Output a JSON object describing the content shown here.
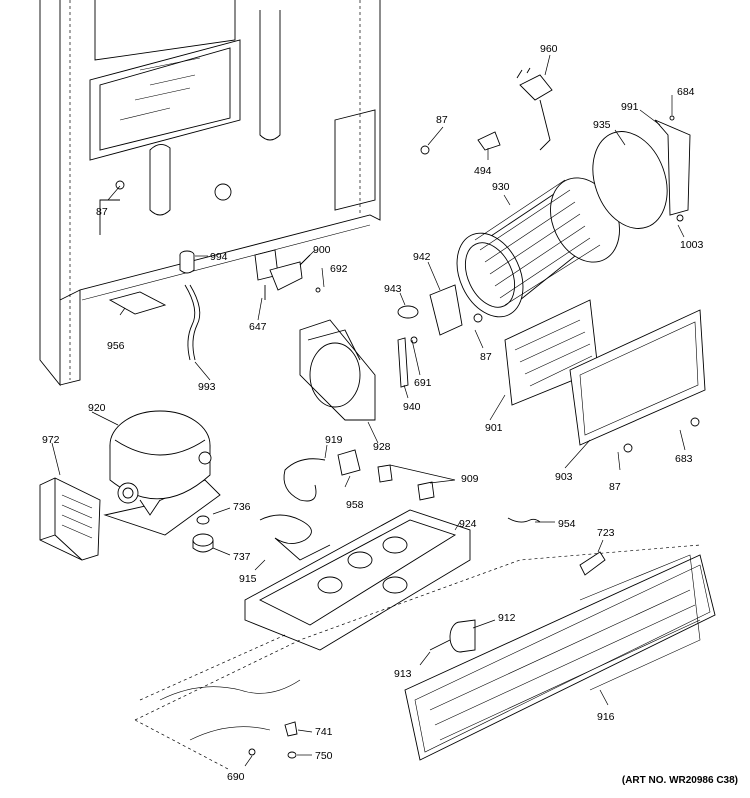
{
  "art_number": "(ART NO. WR20986 C38)",
  "callouts": {
    "c87a": "87",
    "c87b": "87",
    "c87c": "87",
    "c87d": "87",
    "c994": "994",
    "c900": "900",
    "c692": "692",
    "c647": "647",
    "c956": "956",
    "c993": "993",
    "c960": "960",
    "c684": "684",
    "c991": "991",
    "c935": "935",
    "c494": "494",
    "c930": "930",
    "c1003": "1003",
    "c942": "942",
    "c943": "943",
    "c691": "691",
    "c940": "940",
    "c928": "928",
    "c901": "901",
    "c903": "903",
    "c683": "683",
    "c920": "920",
    "c972": "972",
    "c919": "919",
    "c909": "909",
    "c958": "958",
    "c736": "736",
    "c737": "737",
    "c915": "915",
    "c924": "924",
    "c954": "954",
    "c723": "723",
    "c912": "912",
    "c913": "913",
    "c916": "916",
    "c741": "741",
    "c750": "750",
    "c690": "690"
  }
}
